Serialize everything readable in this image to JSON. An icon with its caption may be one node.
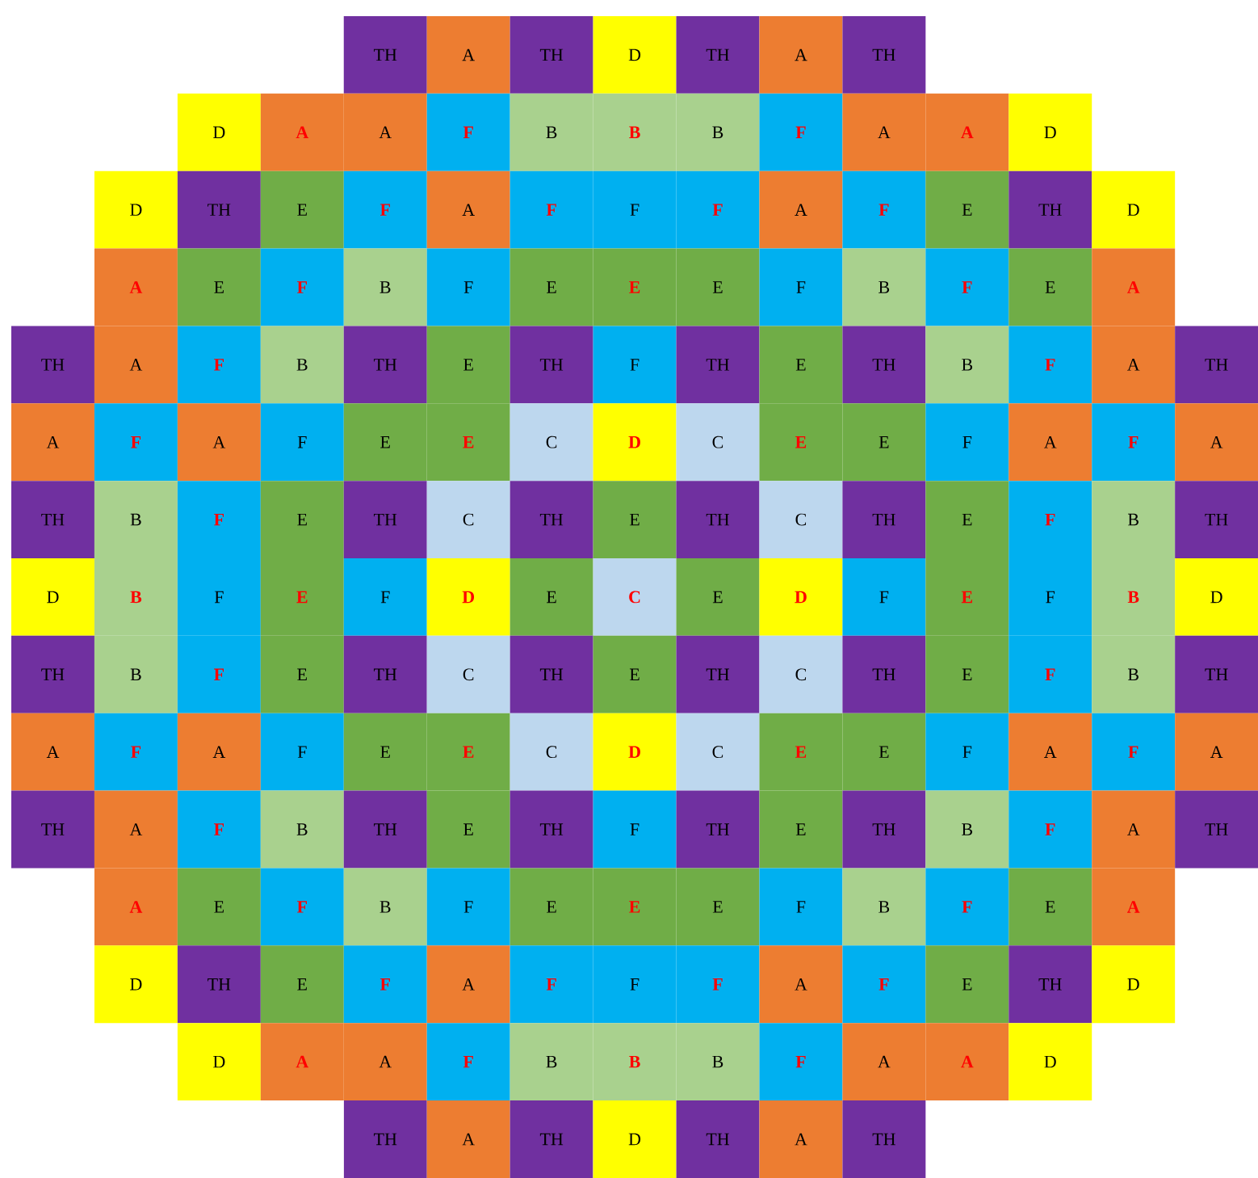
{
  "diagram": {
    "labels": [
      "TH",
      "A",
      "TH",
      "D",
      "TH",
      "A",
      "TH",
      "D",
      "A",
      "A",
      "F",
      "B",
      "B",
      "B",
      "F",
      "A",
      "A",
      "D",
      "D",
      "TH",
      "E",
      "F",
      "A",
      "F",
      "F",
      "F",
      "A",
      "F",
      "E",
      "TH",
      "D",
      "A",
      "E",
      "F",
      "B",
      "F",
      "E",
      "E",
      "E",
      "F",
      "B",
      "F",
      "E",
      "A",
      "TH",
      "A",
      "F",
      "B",
      "TH",
      "E",
      "TH",
      "F",
      "TH",
      "E",
      "TH",
      "B",
      "F",
      "A",
      "TH",
      "A",
      "F",
      "A",
      "F",
      "E",
      "E",
      "C",
      "D",
      "C",
      "E",
      "E",
      "F",
      "A",
      "F",
      "A",
      "TH",
      "B",
      "F",
      "E",
      "TH",
      "C",
      "TH",
      "E",
      "TH",
      "C",
      "TH",
      "E",
      "F",
      "B",
      "TH",
      "D",
      "B",
      "F",
      "E",
      "F",
      "D",
      "E",
      "C",
      "E",
      "D",
      "F",
      "E",
      "F",
      "B",
      "D",
      "TH",
      "B",
      "F",
      "E",
      "TH",
      "C",
      "TH",
      "E",
      "TH",
      "C",
      "TH",
      "E",
      "F",
      "B",
      "TH",
      "A",
      "F",
      "A",
      "F",
      "E",
      "E",
      "C",
      "D",
      "C",
      "E",
      "E",
      "F",
      "A",
      "F",
      "A",
      "TH",
      "A",
      "F",
      "B",
      "TH",
      "E",
      "TH",
      "F",
      "TH",
      "E",
      "TH",
      "B",
      "F",
      "A",
      "TH",
      "A",
      "E",
      "F",
      "B",
      "F",
      "E",
      "E",
      "E",
      "F",
      "B",
      "F",
      "E",
      "A",
      "D",
      "TH",
      "E",
      "F",
      "A",
      "F",
      "F",
      "F",
      "A",
      "F",
      "E",
      "TH",
      "D",
      "D",
      "A",
      "A",
      "F",
      "B",
      "B",
      "B",
      "F",
      "A",
      "A",
      "D",
      "TH",
      "A",
      "TH",
      "D",
      "TH",
      "A",
      "TH"
    ]
  }
}
